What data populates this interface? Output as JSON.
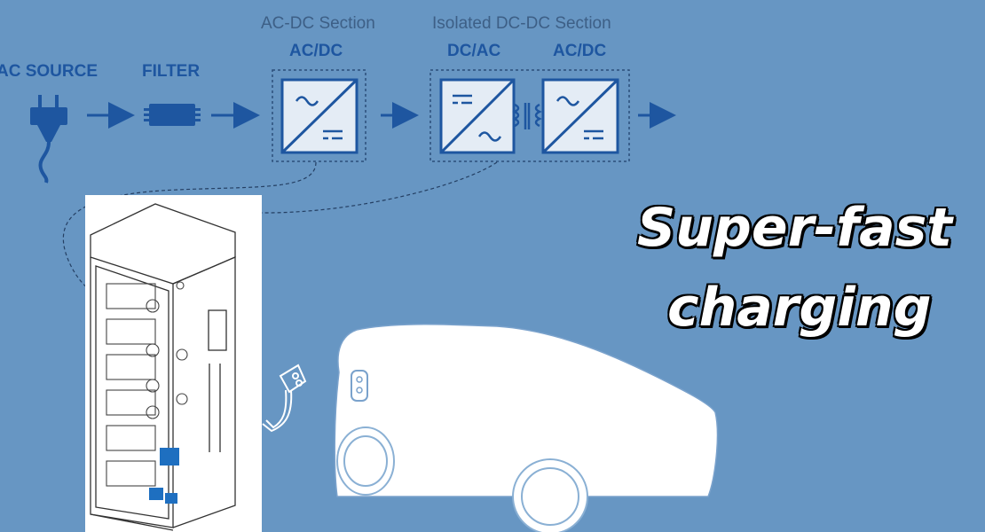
{
  "diagram": {
    "sections": {
      "ac_dc": "AC-DC Section",
      "isolated_dc_dc": "Isolated DC-DC Section"
    },
    "blocks": {
      "ac_source": "AC SOURCE",
      "filter": "FILTER",
      "ac_dc_1": "AC/DC",
      "dc_ac": "DC/AC",
      "ac_dc_2": "AC/DC"
    }
  },
  "headline": {
    "line1": "Super-fast",
    "line2": "charging"
  },
  "colors": {
    "background": "#6796c3",
    "diagram_blue": "#1e56a0",
    "section_label": "#3d5f86",
    "headline_text": "#ffffff",
    "headline_outline": "#000000"
  }
}
